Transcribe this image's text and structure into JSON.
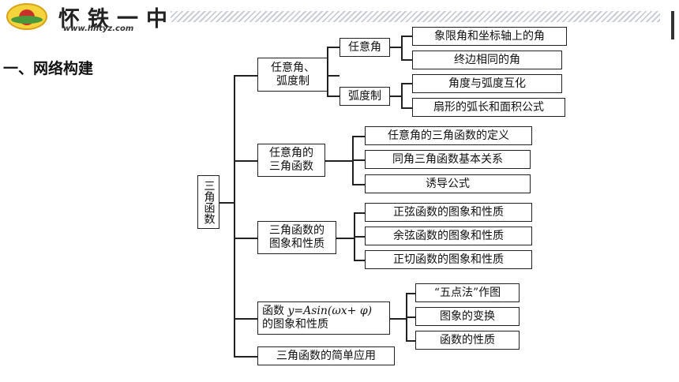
{
  "header": {
    "school_name": "怀铁一中",
    "school_url": "www.hhtyz.com"
  },
  "section_title": "一、网络构建",
  "root": "三角函数",
  "branches": {
    "b1": {
      "label_line1": "任意角、",
      "label_line2": "弧度制",
      "sub1": {
        "label": "任意角",
        "items": [
          "象限角和坐标轴上的角",
          "终边相同的角"
        ]
      },
      "sub2": {
        "label": "弧度制",
        "items": [
          "角度与弧度互化",
          "扇形的弧长和面积公式"
        ]
      }
    },
    "b2": {
      "label_line1": "任意角的",
      "label_line2": "三角函数",
      "items": [
        "任意角的三角函数的定义",
        "同角三角函数基本关系",
        "诱导公式"
      ]
    },
    "b3": {
      "label_line1": "三角函数的",
      "label_line2": "图象和性质",
      "items": [
        "正弦函数的图象和性质",
        "余弦函数的图象和性质",
        "正切函数的图象和性质"
      ]
    },
    "b4": {
      "label_prefix": "函数 ",
      "formula": "y=Asin(ωx+ φ)",
      "label_line2": "的图象和性质",
      "items": [
        "“五点法”作图",
        "图象的变换",
        "函数的性质"
      ]
    },
    "b5": {
      "label": "三角函数的简单应用"
    }
  }
}
